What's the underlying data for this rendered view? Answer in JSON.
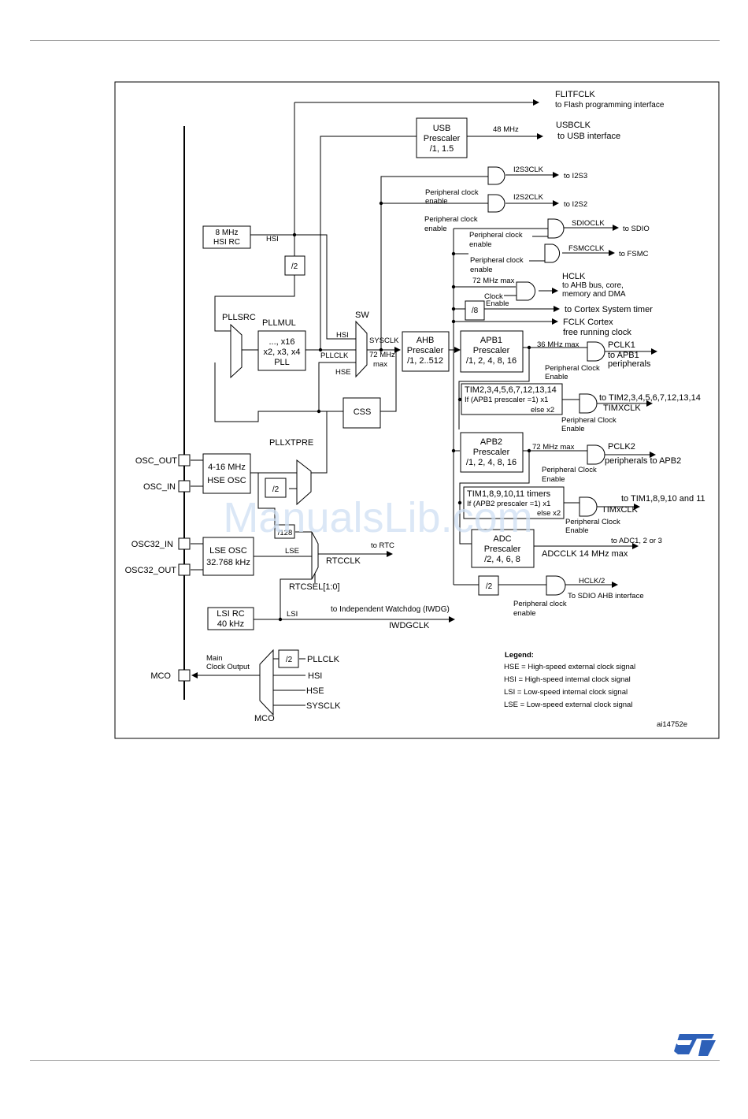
{
  "clock_tree": {
    "flitfclk": {
      "label": "FLITFCLK",
      "note": "to Flash programming interface"
    },
    "usb": {
      "box": [
        "USB",
        "Prescaler",
        "/1, 1.5"
      ],
      "freq": "48 MHz",
      "out": "USBCLK",
      "out_note": "to USB interface"
    },
    "i2s3": {
      "label": "I2S3CLK",
      "to": "to I2S3",
      "enable": [
        "Peripheral clock",
        "enable"
      ]
    },
    "i2s2": {
      "label": "I2S2CLK",
      "to": "to I2S2",
      "enable": [
        "Peripheral clock",
        "enable"
      ]
    },
    "sdio": {
      "label": "SDIOCLK",
      "to": "to SDIO",
      "enable": [
        "Peripheral clock",
        "enable"
      ]
    },
    "fsmc": {
      "label": "FSMCCLK",
      "to": "to FSMC",
      "enable": [
        "Peripheral clock",
        "enable"
      ]
    },
    "hclk": {
      "max": "72 MHz max",
      "label": "HCLK",
      "note": [
        "to AHB bus, core,",
        "memory and DMA"
      ],
      "enable": [
        "Clock",
        "Enable"
      ]
    },
    "div8": {
      "box": "/8",
      "to": "to Cortex System timer"
    },
    "fclk": {
      "label": "FCLK Cortex",
      "note": "free running clock"
    },
    "hsi_rc": {
      "box": [
        "8 MHz",
        "HSI RC"
      ],
      "label": "HSI"
    },
    "div2_hsi": "/2",
    "pllsrc": "PLLSRC",
    "pllmul": {
      "label": "PLLMUL",
      "box": [
        "..., x16",
        "x2, x3, x4",
        "PLL"
      ]
    },
    "sw": {
      "label": "SW",
      "inputs": [
        "HSI",
        "PLLCLK",
        "HSE"
      ],
      "sysclk": "SYSCLK",
      "max": [
        "72 MHz",
        "max"
      ]
    },
    "ahb": {
      "box": [
        "AHB",
        "Prescaler",
        "/1, 2..512"
      ]
    },
    "apb1": {
      "box": [
        "APB1",
        "Prescaler",
        "/1, 2, 4, 8, 16"
      ],
      "max": "36 MHz max",
      "out": "PCLK1",
      "out_note": [
        "to APB1",
        "peripherals"
      ],
      "enable": [
        "Peripheral Clock",
        "Enable"
      ]
    },
    "tim_apb1": {
      "lines": [
        "TIM2,3,4,5,6,7,12,13,14",
        "If (APB1 prescaler =1) x1",
        "else  x2"
      ],
      "to": "to TIM2,3,4,5,6,7,12,13,14",
      "out": "TIMXCLK",
      "enable": [
        "Peripheral Clock",
        "Enable"
      ]
    },
    "apb2": {
      "box": [
        "APB2",
        "Prescaler",
        "/1, 2, 4, 8, 16"
      ],
      "max": "72 MHz max",
      "out": "PCLK2",
      "out_note": "peripherals to APB2",
      "enable": [
        "Peripheral Clock",
        "Enable"
      ]
    },
    "tim_apb2": {
      "lines": [
        "TIM1,8,9,10,11 timers",
        "If (APB2 prescaler =1) x1",
        "else x2"
      ],
      "to": "to TIM1,8,9,10 and 11",
      "out": "TIMxCLK",
      "enable": [
        "Peripheral Clock",
        "Enable"
      ]
    },
    "adc": {
      "box": [
        "ADC",
        "Prescaler",
        "/2, 4, 6, 8"
      ],
      "to": "to ADC1, 2 or 3",
      "out": "ADCCLK 14 MHz max"
    },
    "hclk2": {
      "box": "/2",
      "label": "HCLK/2",
      "note": "To  SDIO AHB interface",
      "enable": [
        "Peripheral clock",
        "enable"
      ]
    },
    "css": "CSS",
    "pllxtpre": {
      "label": "PLLXTPRE",
      "div": "/2"
    },
    "hse_osc": {
      "box": [
        "4-16 MHz",
        "HSE OSC"
      ],
      "pins": [
        "OSC_OUT",
        "OSC_IN"
      ]
    },
    "lse_osc": {
      "box": [
        "LSE OSC",
        "32.768 kHz"
      ],
      "pins": [
        "OSC32_IN",
        "OSC32_OUT"
      ],
      "label": "LSE"
    },
    "rtc": {
      "div": "/128",
      "to": "to RTC",
      "out": "RTCCLK",
      "sel": "RTCSEL[1:0]"
    },
    "lsi_rc": {
      "box": [
        "LSI RC",
        "40 kHz"
      ],
      "label": "LSI",
      "to": "to Independent Watchdog (IWDG)",
      "out": "IWDGCLK"
    },
    "mco": {
      "pin": "MCO",
      "label": [
        "Main",
        "Clock Output"
      ],
      "div": "/2",
      "inputs": [
        "PLLCLK",
        "HSI",
        "HSE",
        "SYSCLK"
      ],
      "mux": "MCO"
    },
    "legend": {
      "title": "Legend:",
      "items": [
        "HSE = High-speed external clock signal",
        "HSI = High-speed internal clock signal",
        "LSI = Low-speed internal clock signal",
        "LSE = Low-speed external clock signal"
      ]
    },
    "figure_id": "ai14752e"
  },
  "watermark": "ManualsLib.com",
  "logo": "ST"
}
